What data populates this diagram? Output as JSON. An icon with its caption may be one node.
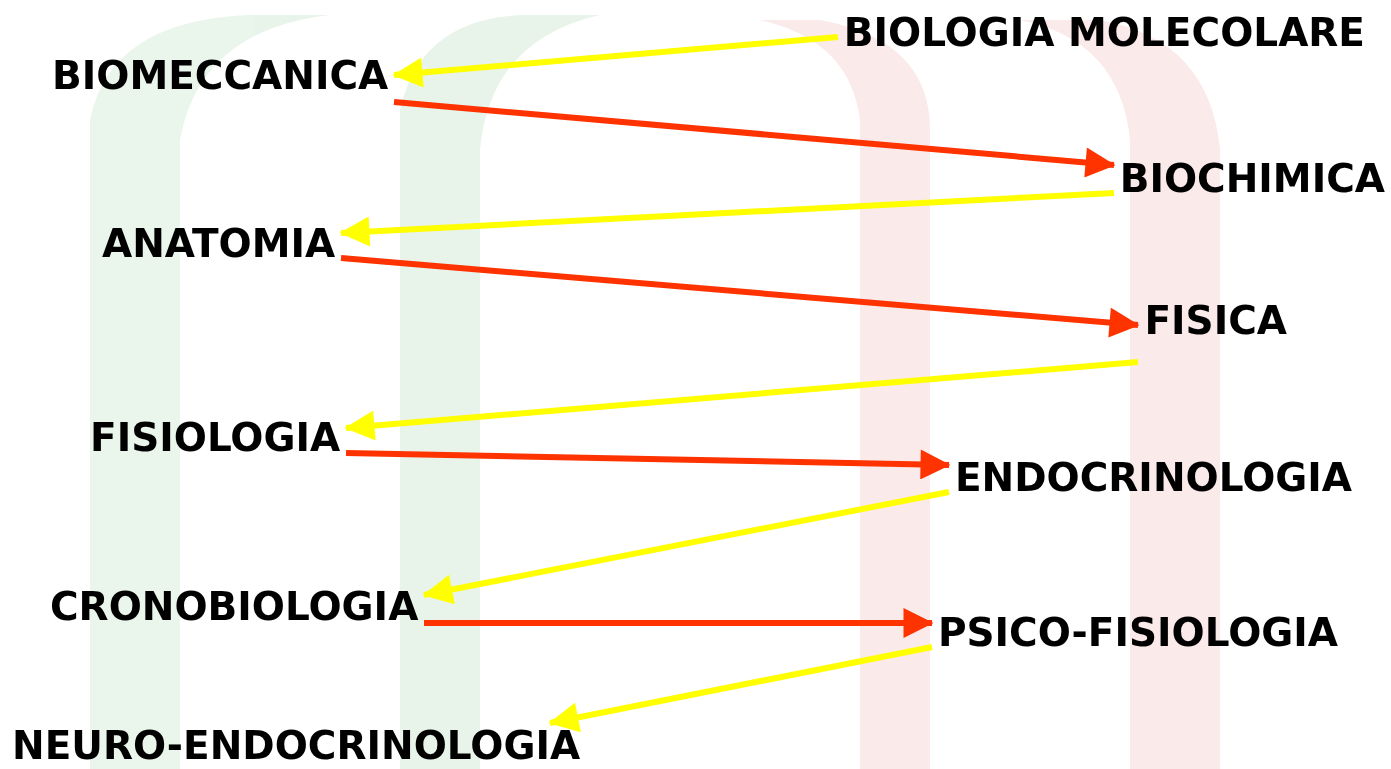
{
  "diagram": {
    "nodes": [
      {
        "text": [
          "BIOLOGIA MOLECOLARE"
        ]
      },
      {
        "text": [
          "BIOMECCANICA"
        ]
      },
      {
        "text": [
          "BIOCHIMICA"
        ]
      },
      {
        "text": [
          "ANATOMIA"
        ]
      },
      {
        "text": [
          "FISICA"
        ]
      },
      {
        "text": [
          "FISIOLOGIA"
        ]
      },
      {
        "text": [
          "ENDOCRINOLOGIA"
        ]
      },
      {
        "text": [
          "CRONOBIOLOGIA"
        ]
      },
      {
        "text": [
          "PSICO-FISIOLOGIA"
        ]
      },
      {
        "text": [
          "NEURO-ENDOCRINOLOGIA"
        ]
      }
    ],
    "edges": [
      {
        "from": 0,
        "to": 1,
        "arrow": "to",
        "color": "#ffff00"
      },
      {
        "from": 1,
        "to": 2,
        "arrow": "to",
        "color": "#ff3300"
      },
      {
        "from": 2,
        "to": 3,
        "arrow": "to",
        "color": "#ffff00"
      },
      {
        "from": 3,
        "to": 4,
        "arrow": "to",
        "color": "#ff3300"
      },
      {
        "from": 4,
        "to": 5,
        "arrow": "to",
        "color": "#ffff00"
      },
      {
        "from": 5,
        "to": 6,
        "arrow": "to",
        "color": "#ff3300"
      },
      {
        "from": 6,
        "to": 7,
        "arrow": "to",
        "color": "#ffff00"
      },
      {
        "from": 7,
        "to": 8,
        "arrow": "to",
        "color": "#ff3300"
      },
      {
        "from": 8,
        "to": 9,
        "arrow": "to",
        "color": "#ffff00"
      }
    ]
  }
}
